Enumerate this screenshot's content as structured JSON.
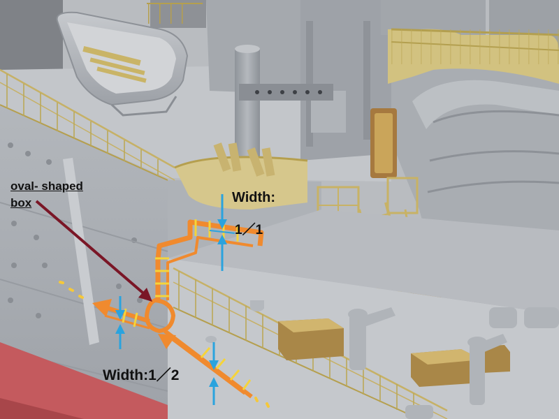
{
  "annotations": {
    "oval_box_line1": "oval- shaped",
    "oval_box_line2": "box",
    "width_label_top": "Width:",
    "width_ratio_top": "1／1",
    "width_label_bottom": "Width:1／2"
  },
  "colors": {
    "hull_gray": "#a9adb3",
    "deck_gray": "#c3c6ca",
    "superstructure_gray": "#a4a8ae",
    "brass_photoetch": "#c8b25e",
    "hull_red": "#c45a5e",
    "pipe_orange": "#f08a2e",
    "pipe_marks_yellow": "#f5d43a",
    "arrow_blue": "#2aa3de",
    "pointer_maroon": "#7a1626",
    "text": "#111111"
  }
}
